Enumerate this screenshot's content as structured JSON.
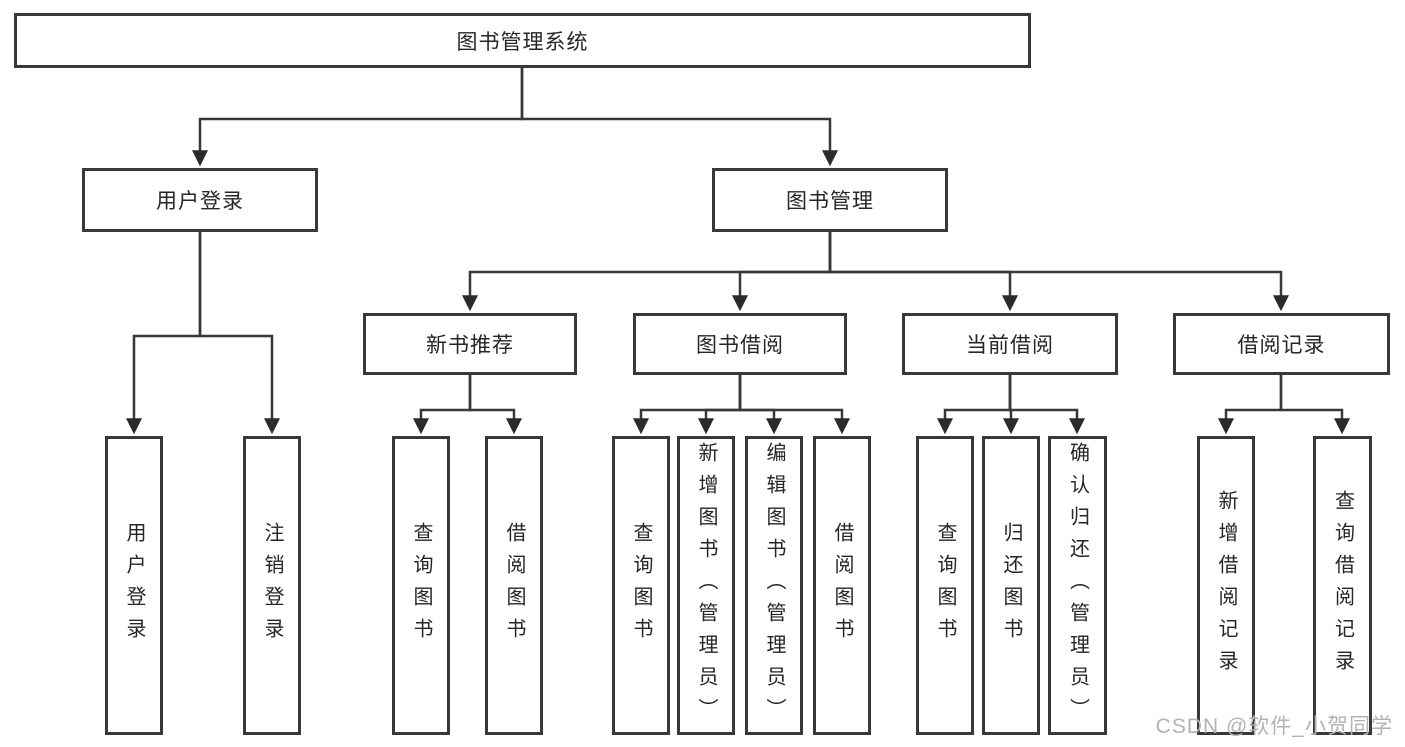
{
  "tree": {
    "root": "图书管理系统",
    "children": [
      {
        "label": "用户登录",
        "leaves": [
          "用户登录",
          "注销登录"
        ]
      },
      {
        "label": "图书管理",
        "groups": [
          {
            "label": "新书推荐",
            "leaves": [
              "查询图书",
              "借阅图书"
            ]
          },
          {
            "label": "图书借阅",
            "leaves": [
              "查询图书",
              "新增图书（管理员）",
              "编辑图书（管理员）",
              "借阅图书"
            ]
          },
          {
            "label": "当前借阅",
            "leaves": [
              "查询图书",
              "归还图书",
              "确认归还（管理员）"
            ]
          },
          {
            "label": "借阅记录",
            "leaves": [
              "新增借阅记录",
              "查询借阅记录"
            ]
          }
        ]
      }
    ]
  },
  "watermark": "CSDN @软件_小贺同学",
  "colors": {
    "line": "#383838",
    "box_border": "#383838",
    "text": "#262626",
    "watermark": "#b3b3b3",
    "background": "#ffffff"
  }
}
